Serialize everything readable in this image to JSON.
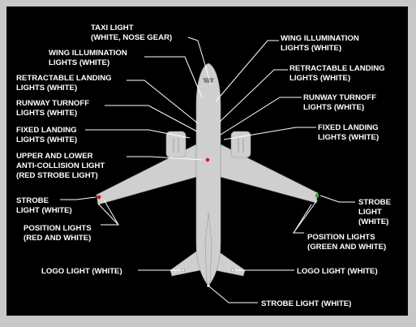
{
  "diagram": {
    "colors": {
      "frame": "#c8c8c8",
      "background": "#000000",
      "aircraft": "#cfcfcf",
      "text": "#ffffff",
      "strobe_red": "#e01010",
      "position_green": "#2eaa3a"
    },
    "labels": {
      "taxi": [
        "TAXI LIGHT",
        "(WHITE, NOSE GEAR)"
      ],
      "wing_illum_left": [
        "WING ILLUMINATION",
        "LIGHTS (WHITE)"
      ],
      "wing_illum_right": [
        "WING ILLUMINATION",
        "LIGHTS (WHITE)"
      ],
      "retract_left": [
        "RETRACTABLE LANDING",
        "LIGHTS (WHITE)"
      ],
      "retract_right": [
        "RETRACTABLE LANDING",
        "LIGHTS (WHITE)"
      ],
      "turnoff_left": [
        "RUNWAY TURNOFF",
        "LIGHTS (WHITE)"
      ],
      "turnoff_right": [
        "RUNWAY TURNOFF",
        "LIGHTS (WHITE)"
      ],
      "fixed_left": [
        "FIXED LANDING",
        "LIGHTS (WHITE)"
      ],
      "fixed_right": [
        "FIXED LANDING",
        "LIGHTS (WHITE)"
      ],
      "anticollision": [
        "UPPER AND LOWER",
        "ANTI-COLLISION LIGHT",
        "(RED STROBE LIGHT)"
      ],
      "strobe_left": [
        "STROBE",
        "LIGHT (WHITE)"
      ],
      "strobe_right": [
        "STROBE",
        "LIGHT",
        "(WHITE)"
      ],
      "position_left": [
        "POSITION LIGHTS",
        "(RED AND WHITE)"
      ],
      "position_right": [
        "POSITION LIGHTS",
        "(GREEN AND WHITE)"
      ],
      "logo_left": [
        "LOGO LIGHT (WHITE)"
      ],
      "logo_right": [
        "LOGO LIGHT (WHITE)"
      ],
      "strobe_tail": [
        "STROBE LIGHT (WHITE)"
      ]
    }
  }
}
